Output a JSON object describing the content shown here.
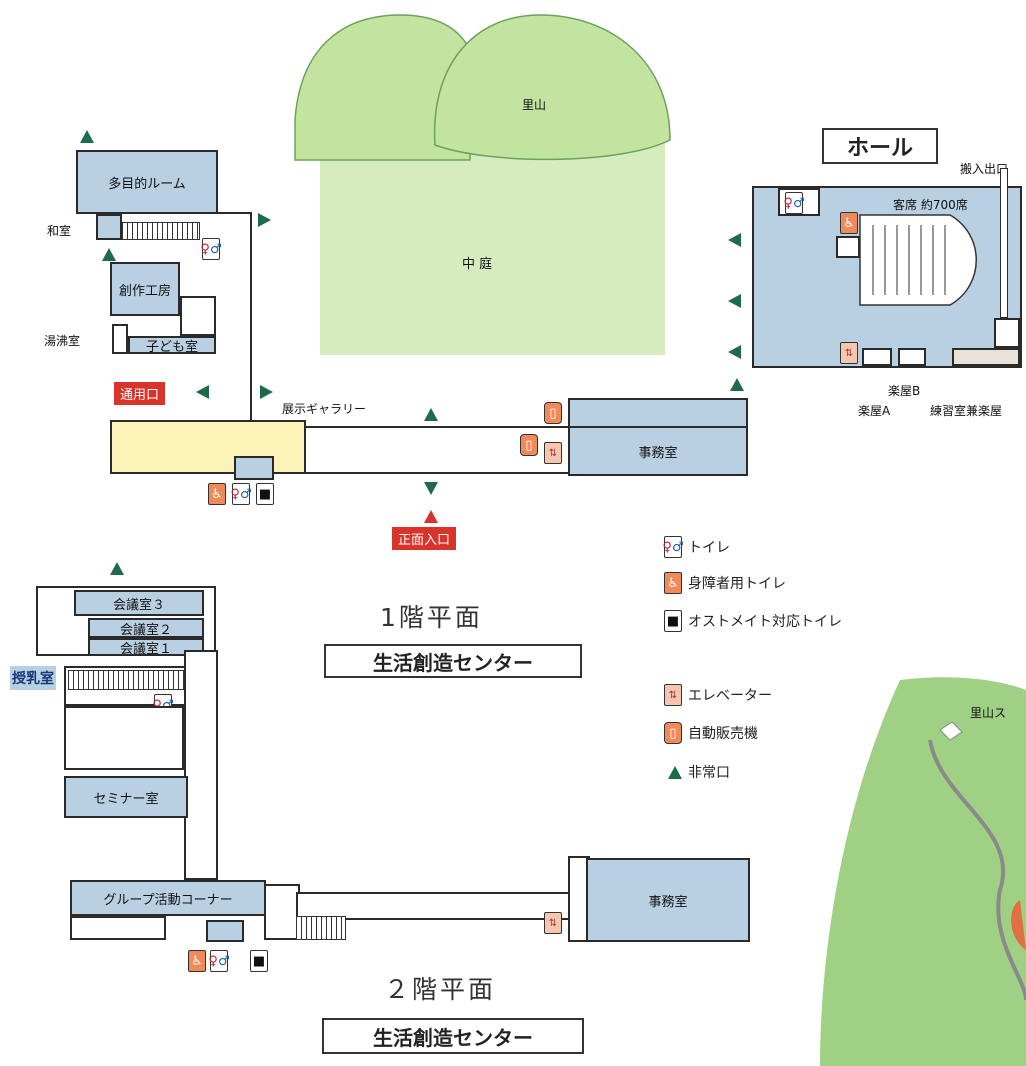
{
  "outdoor": {
    "satoyama": "里山",
    "courtyard": "中 庭"
  },
  "hall": {
    "title": "ホール",
    "seats": "客席 約700席",
    "loading_entrance": "搬入出口",
    "dressing_b": "楽屋B",
    "dressing_a": "楽屋A",
    "rehearsal_room": "練習室兼楽屋"
  },
  "floor1": {
    "multipurpose": "多目的ルーム",
    "japanese_room": "和室",
    "craft_studio": "創作工房",
    "kitchenette": "湯沸室",
    "kids_room": "子ども室",
    "service_entrance": "通用口",
    "gallery": "展示ギャラリー",
    "office": "事務室",
    "main_entrance": "正面入口",
    "floor_label": "1階平面",
    "building": "生活創造センター"
  },
  "floor2": {
    "meeting3": "会議室３",
    "meeting2": "会議室２",
    "meeting1": "会議室１",
    "nursing_room": "授乳室",
    "seminar": "セミナー室",
    "group_corner": "グループ活動コーナー",
    "office": "事務室",
    "floor_label": "２階平面",
    "building": "生活創造センター"
  },
  "legend": {
    "toilet": "トイレ",
    "accessible_toilet": "身障者用トイレ",
    "ostomate_toilet": "オストメイト対応トイレ",
    "elevator": "エレベーター",
    "vending": "自動販売機",
    "emergency_exit": "非常口"
  },
  "map_inset": {
    "label": "里山ス"
  },
  "colors": {
    "room": "#b9cfe2",
    "gallery": "#fbf3b8",
    "exit": "#1e6b4a",
    "accent_red": "#d9342b",
    "hill": "#c8e6a8"
  }
}
